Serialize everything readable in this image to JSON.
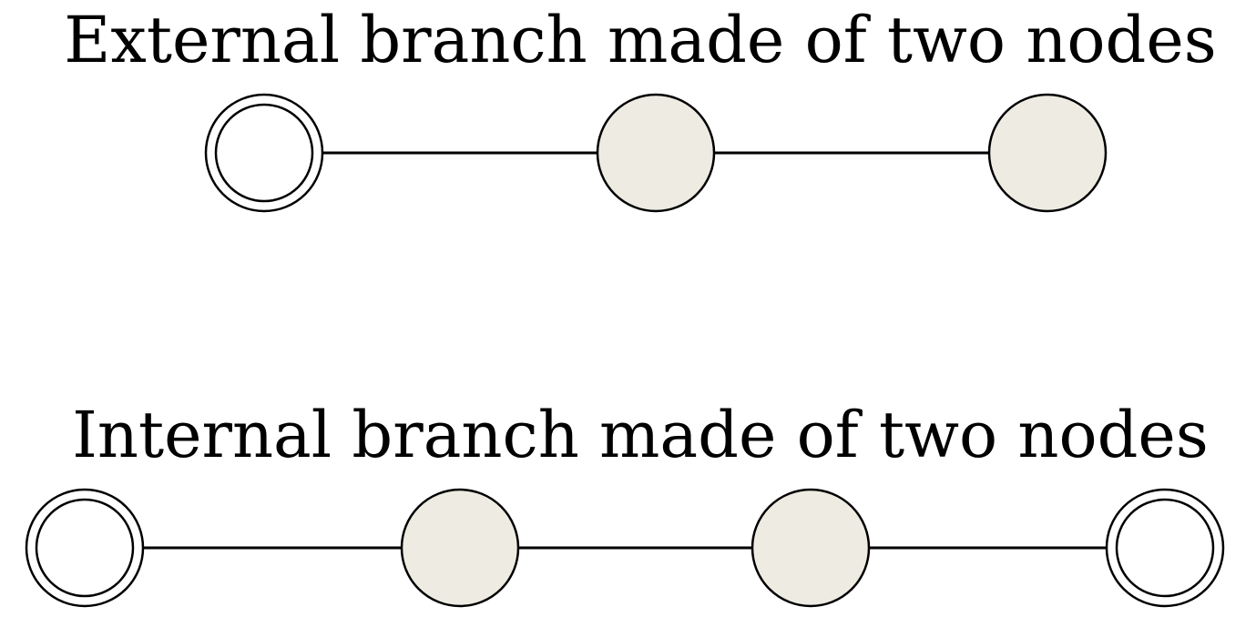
{
  "diagrams": [
    {
      "title": "External branch made of two nodes",
      "nodes": [
        {
          "kind": "terminal"
        },
        {
          "kind": "branch"
        },
        {
          "kind": "branch"
        }
      ]
    },
    {
      "title": "Internal branch made of two nodes",
      "nodes": [
        {
          "kind": "terminal"
        },
        {
          "kind": "branch"
        },
        {
          "kind": "branch"
        },
        {
          "kind": "terminal"
        }
      ]
    }
  ],
  "colors": {
    "branch_fill": "#eeece2",
    "terminal_fill": "#ffffff",
    "stroke": "#000000"
  }
}
